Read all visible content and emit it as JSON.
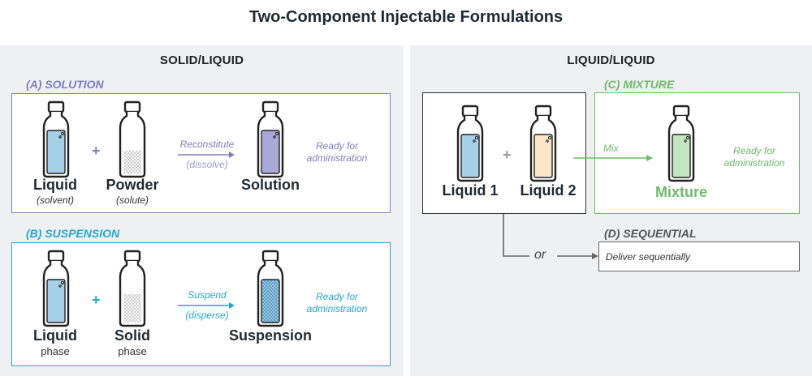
{
  "title": "Two-Component Injectable Formulations",
  "colors": {
    "solution": "#7d7fc0",
    "suspension": "#27a6cf",
    "mixture": "#6fba6a",
    "sequential": "#555555",
    "liquid_fill": "#a6cfe8",
    "powder_fill": "#ffffff",
    "solution_fill": "#a8a9d8",
    "suspension_fill": "#8fc6e6",
    "liquid2_fill": "#fbe6c8",
    "mixture_fill": "#c5e4c2"
  },
  "left": {
    "heading": "SOLID/LIQUID",
    "solution": {
      "label": "(A) SOLUTION",
      "liquid": "Liquid",
      "liquid_sub": "(solvent)",
      "powder": "Powder",
      "powder_sub": "(solute)",
      "plus": "+",
      "arrow_top": "Reconstitute",
      "arrow_bottom": "(dissolve)",
      "result": "Solution",
      "ready": "Ready for administration"
    },
    "suspension": {
      "label": "(B) SUSPENSION",
      "liquid": "Liquid",
      "liquid_sub": "phase",
      "solid": "Solid",
      "solid_sub": "phase",
      "plus": "+",
      "arrow_top": "Suspend",
      "arrow_bottom": "(disperse)",
      "result": "Suspension",
      "ready": "Ready for administration"
    }
  },
  "right": {
    "heading": "LIQUID/LIQUID",
    "liquid1": "Liquid 1",
    "liquid2": "Liquid 2",
    "plus": "+",
    "mixture": {
      "label": "(C) MIXTURE",
      "arrow": "Mix",
      "ready": "Ready for administration",
      "result": "Mixture"
    },
    "or": "or",
    "sequential": {
      "label": "(D) SEQUENTIAL",
      "text": "Deliver sequentially"
    }
  }
}
